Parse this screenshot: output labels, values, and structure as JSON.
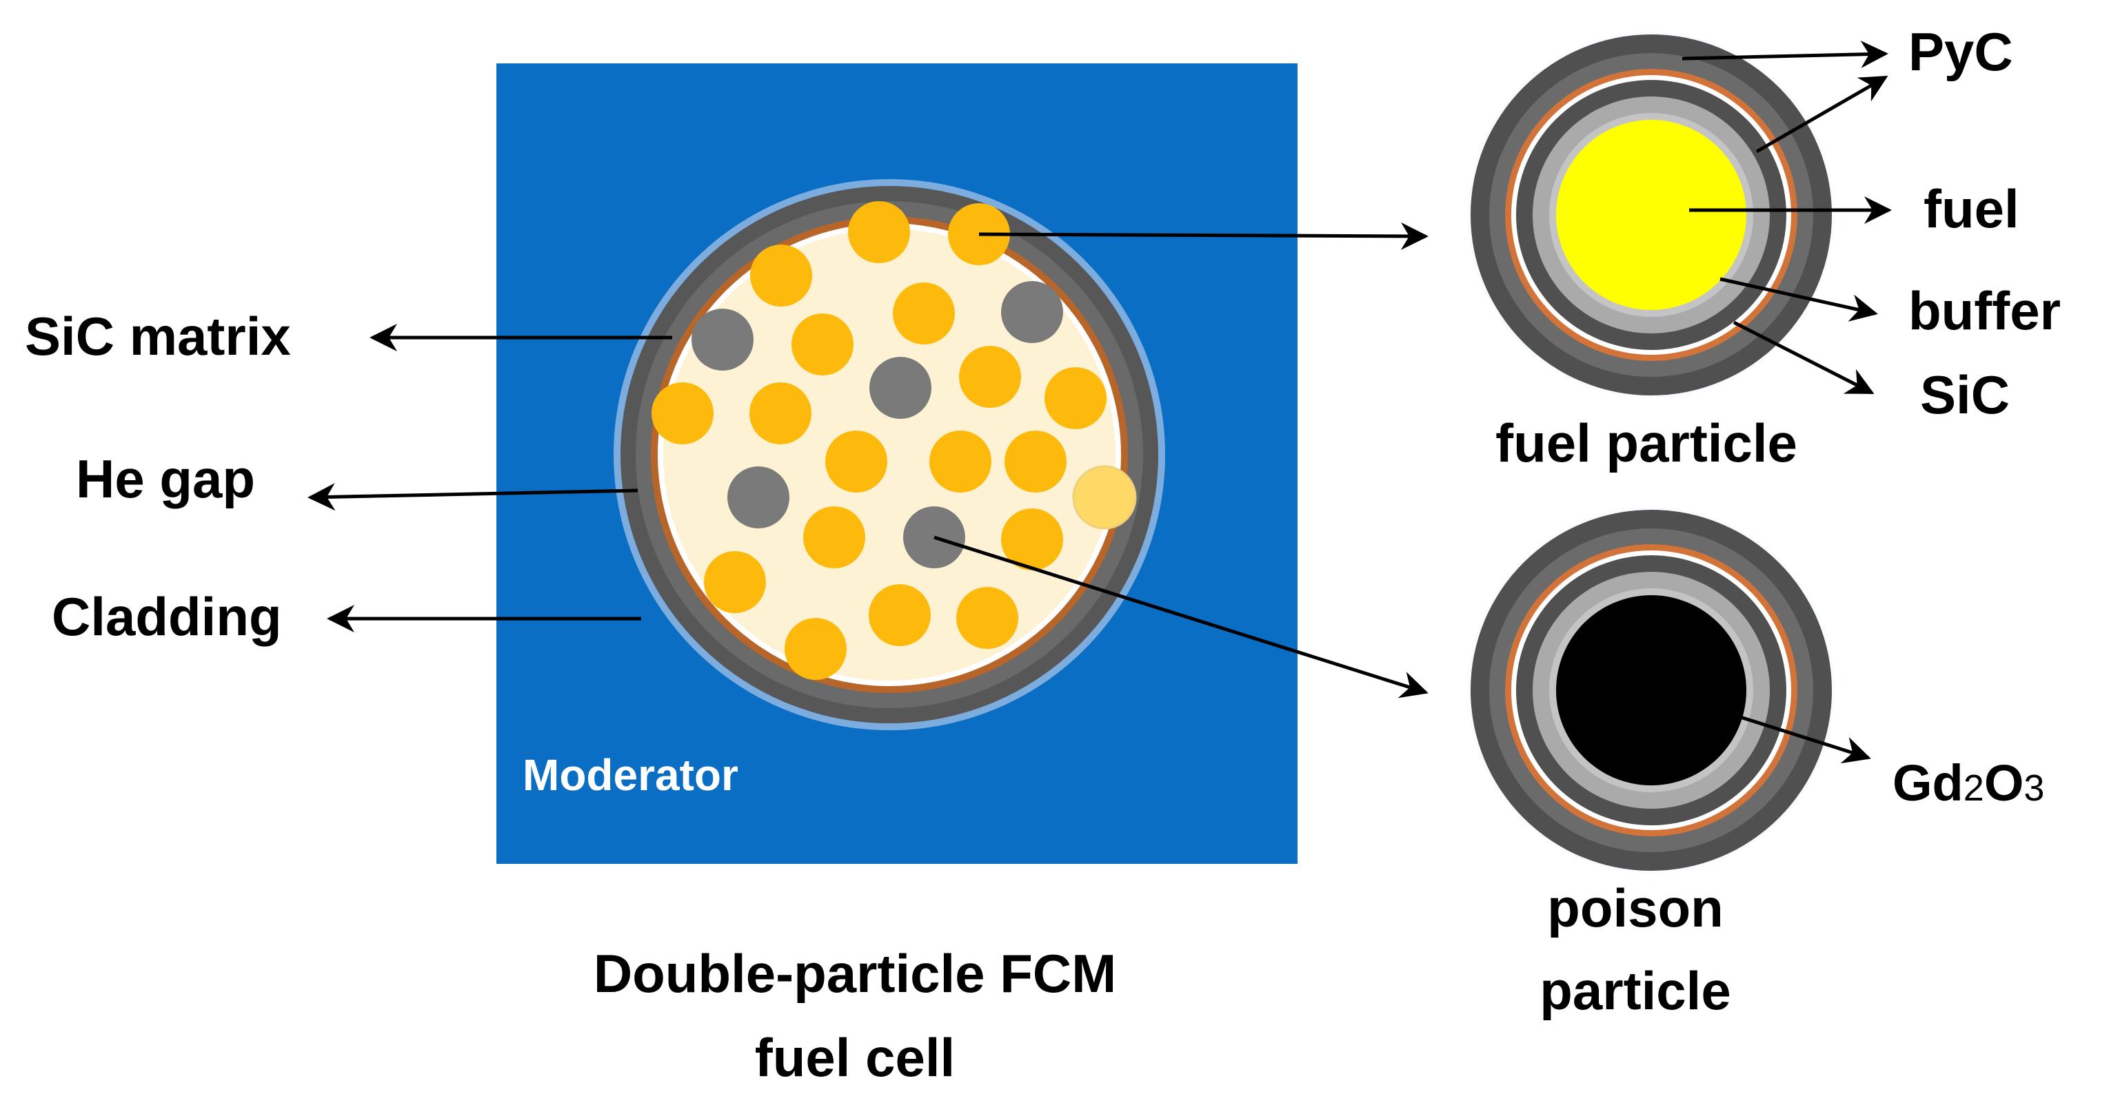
{
  "colors": {
    "moderator": "#0A6EC5",
    "cladding": "#575757",
    "he_gap": "#B8652A",
    "matrix": "#FDF2D4",
    "fuel_kernel_in_cell": "#FDBA0D",
    "poison_kernel_in_cell": "#7A7A7A",
    "pyc": "#505050",
    "sic": "#D2733A",
    "buffer": "#AAAAAA",
    "fuel": "#FFFF00",
    "gd2o3": "#000000",
    "arrow": "#000000"
  },
  "labels": {
    "moderator": "Moderator",
    "sic_matrix": "SiC matrix",
    "he_gap": "He gap",
    "cladding": "Cladding",
    "cell_caption_line1": "Double-particle FCM",
    "cell_caption_line2": "fuel cell",
    "pyc": "PyC",
    "fuel": "fuel",
    "buffer": "buffer",
    "sic": "SiC",
    "fuel_particle": "fuel particle",
    "gd2o3_gd": "Gd",
    "gd2o3_sub1": "2",
    "gd2o3_o": "O",
    "gd2o3_sub2": "3",
    "poison_particle_line1": "poison",
    "poison_particle_line2": "particle"
  }
}
